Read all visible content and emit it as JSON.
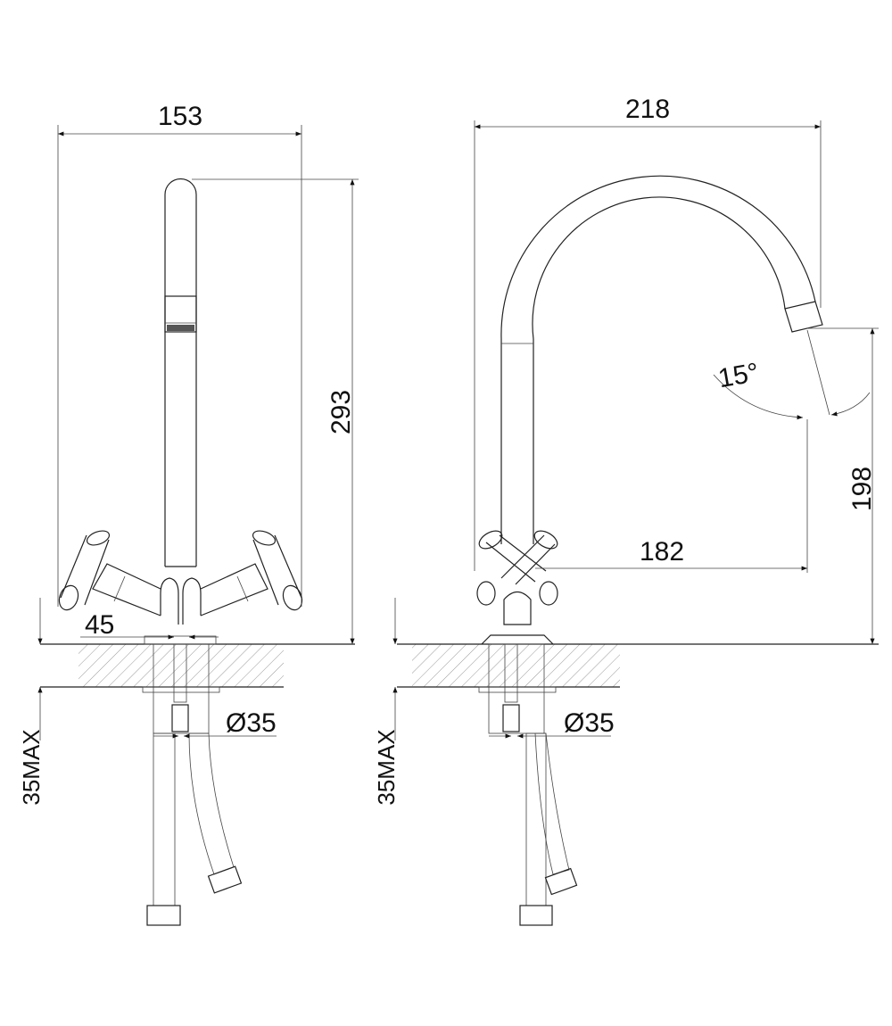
{
  "front_view": {
    "width_label": "153",
    "height_label": "293",
    "base_label": "45",
    "shank_label": "Ø35",
    "counter_label": "35MAX"
  },
  "side_view": {
    "reach_label": "218",
    "outlet_height_label": "198",
    "outlet_reach_label": "182",
    "angle_label": "15°",
    "shank_label": "Ø35",
    "counter_label": "35MAX"
  },
  "colors": {
    "line": "#222222",
    "background": "#ffffff"
  }
}
